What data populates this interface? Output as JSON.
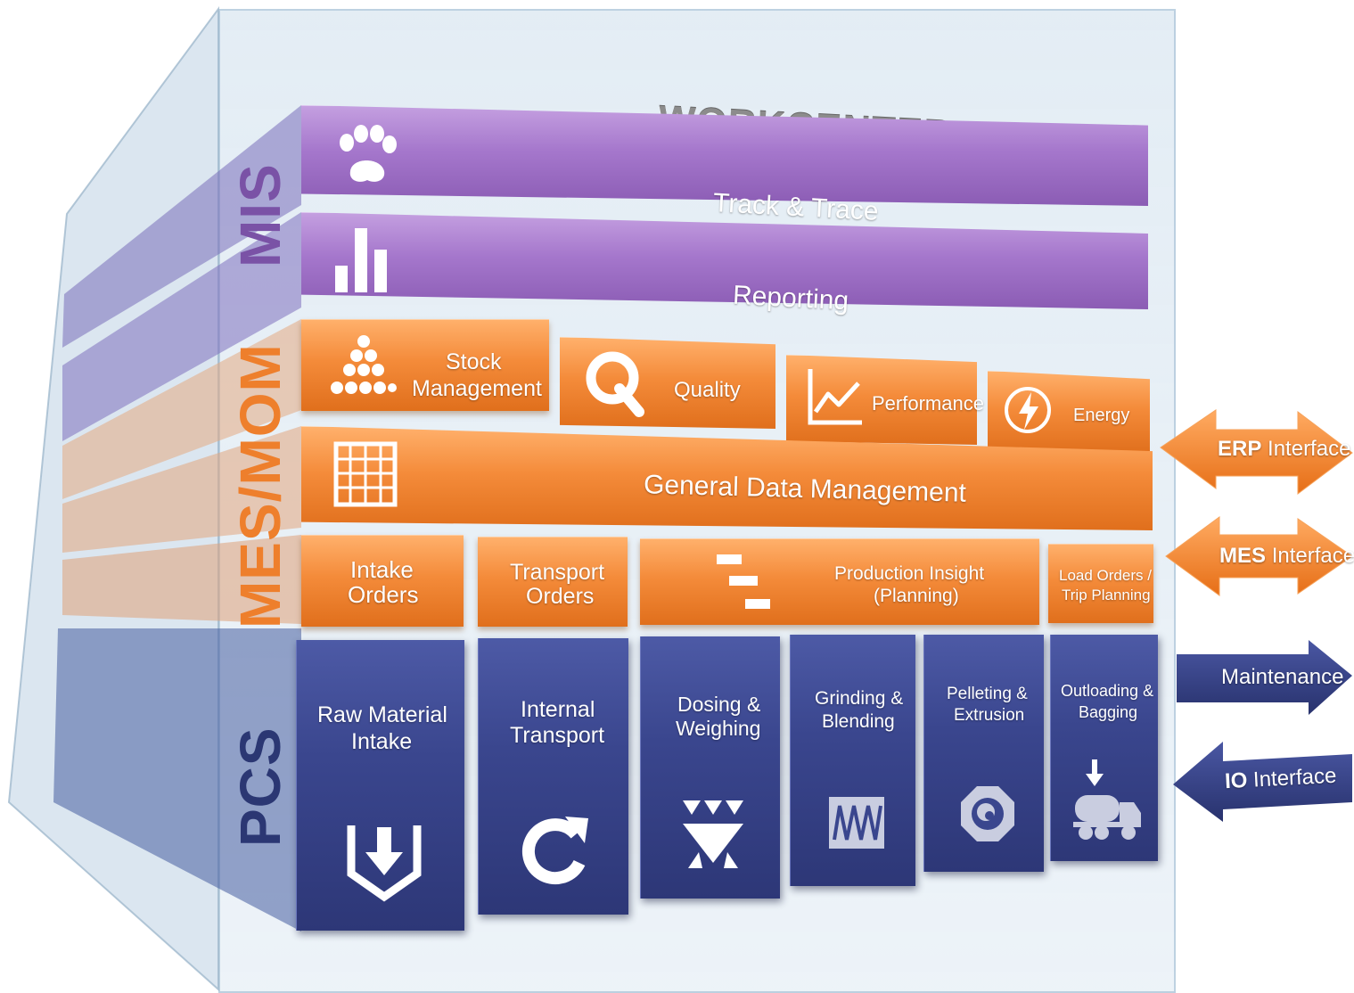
{
  "title": "WORKCENTER",
  "bands": {
    "mis": "MIS",
    "mes": "MES/MOM",
    "pcs": "PCS"
  },
  "mis_layer": {
    "track_trace": "Track & Trace",
    "reporting": "Reporting"
  },
  "mes_layer": {
    "stock_management_line1": "Stock",
    "stock_management_line2": "Management",
    "quality": "Quality",
    "performance": "Performance",
    "energy": "Energy",
    "general_data_management": "General Data Management",
    "intake_orders_line1": "Intake",
    "intake_orders_line2": "Orders",
    "transport_orders_line1": "Transport",
    "transport_orders_line2": "Orders",
    "production_insight_line1": "Production Insight",
    "production_insight_line2": "(Planning)",
    "load_orders_line1": "Load Orders /",
    "load_orders_line2": "Trip Planning"
  },
  "pcs_layer": [
    {
      "line1": "Raw Material",
      "line2": "Intake",
      "icon": "intake-arrow-icon"
    },
    {
      "line1": "Internal",
      "line2": "Transport",
      "icon": "circular-arrow-icon"
    },
    {
      "line1": "Dosing &",
      "line2": "Weighing",
      "icon": "dosing-triangles-icon"
    },
    {
      "line1": "Grinding &",
      "line2": "Blending",
      "icon": "grinding-wave-icon"
    },
    {
      "line1": "Pelleting &",
      "line2": "Extrusion",
      "icon": "pelleting-die-icon"
    },
    {
      "line1": "Outloading &",
      "line2": "Bagging",
      "icon": "tanker-truck-icon"
    }
  ],
  "interfaces": {
    "erp_bold": "ERP",
    "erp_rest": "Interface",
    "mes_bold": "MES",
    "mes_rest": "Interface",
    "maintenance": "Maintenance",
    "io_bold": "IO",
    "io_rest": "Interface"
  },
  "colors": {
    "mis": "#a577cc",
    "mes": "#f48b3a",
    "pcs": "#3a468e",
    "title": "#8c8c8c"
  }
}
